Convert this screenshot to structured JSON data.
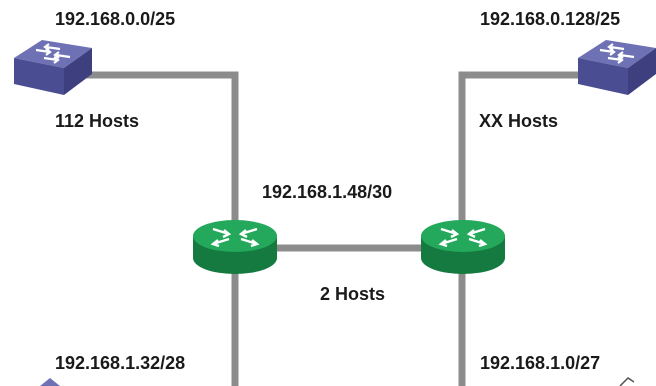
{
  "subnets": {
    "top_left": {
      "network": "192.168.0.0/25",
      "hosts": "112 Hosts"
    },
    "top_right": {
      "network": "192.168.0.128/25",
      "hosts": "XX Hosts"
    },
    "bottom_left": {
      "network": "192.168.1.32/28"
    },
    "bottom_right": {
      "network": "192.168.1.0/27"
    }
  },
  "link": {
    "network": "192.168.1.48/30",
    "hosts": "2 Hosts"
  },
  "colors": {
    "line": "#8c8c8c",
    "switch_top": "#6e72b4",
    "switch_side": "#3e3f7e",
    "router_top": "#23a85c",
    "router_side": "#157a3f"
  },
  "icons": [
    "switch-icon",
    "router-icon"
  ]
}
